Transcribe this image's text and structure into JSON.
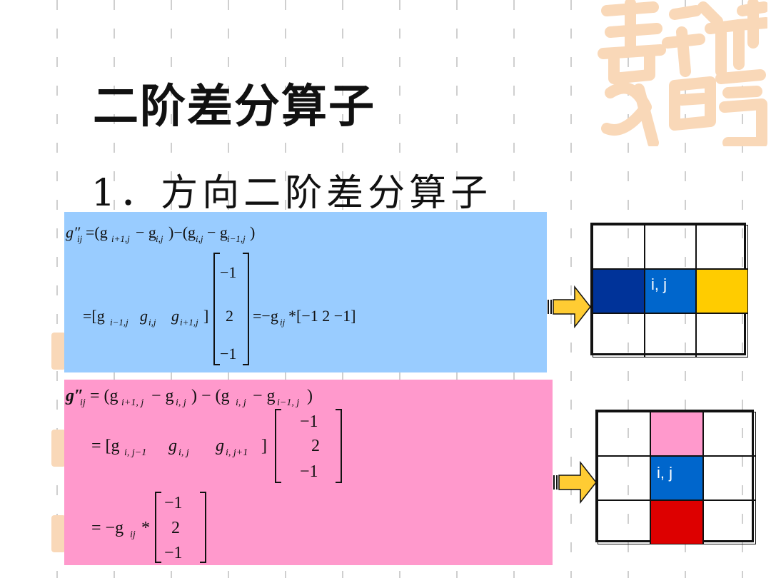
{
  "slide": {
    "title": "二阶差分算子",
    "subtitle": "1．方向二阶差分算子"
  },
  "equations_row": {
    "line1": "g″ij = (gi+1,j − gi,j) − (gi,j − gi−1,j)",
    "line2": "= [gi−1,j  gi,j  gi+1,j] [−1 2 −1]ᵀ = −gij * [−1  2  −1]"
  },
  "equations_col": {
    "line1": "g″ij = (gi+1,j − gi,j) − (gi,j − gi−1,j)",
    "line2": "= [gi,j−1  gi,j  gi,j+1] [−1 2 −1]ᵀ",
    "line3": "= −gij * [−1 2 −1]ᵀ"
  },
  "grid_row": {
    "center_label": "i, j",
    "colors": {
      "left": "#003399",
      "center": "#0066cc",
      "right": "#ffcc00"
    }
  },
  "grid_col": {
    "center_label": "i, j",
    "colors": {
      "top": "#ff99cc",
      "center": "#0066cc",
      "bottom": "#dd0000"
    }
  },
  "colors": {
    "panel_blue": "#99ccff",
    "panel_pink": "#ff99cc",
    "arrow": "#ffcc33",
    "seal": "#f9d8b8"
  }
}
